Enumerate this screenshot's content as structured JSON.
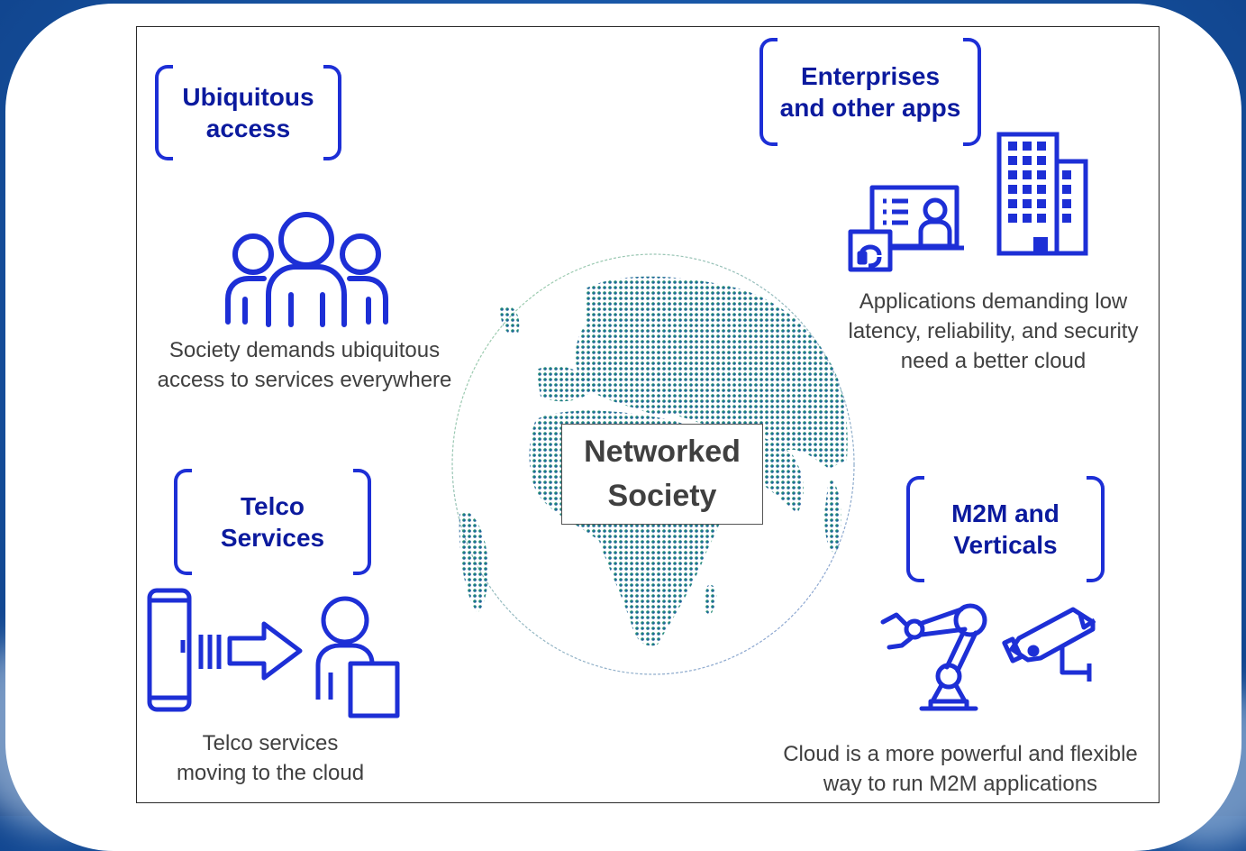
{
  "diagram": {
    "center_label": "Networked\nSociety",
    "quadrants": {
      "top_left": {
        "title": "Ubiquitous\naccess",
        "caption": "Society demands ubiquitous\naccess to services everywhere"
      },
      "top_right": {
        "title": "Enterprises\nand other apps",
        "caption": "Applications demanding low\nlatency, reliability, and security\nneed a better cloud"
      },
      "bottom_left": {
        "title": "Telco\nServices",
        "caption": "Telco services\nmoving to the cloud"
      },
      "bottom_right": {
        "title": "M2M and\nVerticals",
        "caption": "Cloud is a more powerful and flexible\nway to run M2M applications"
      }
    }
  },
  "colors": {
    "icon_blue": "#1d2fd6",
    "title_blue": "#0b1a9e",
    "caption_gray": "#404040",
    "globe_green": "#1f8a3a",
    "globe_blue": "#1a3aa8"
  },
  "icons": [
    "people-group-icon",
    "building-icon",
    "support-agent-icon",
    "phone-signal-icon",
    "user-box-icon",
    "robot-arm-icon",
    "security-camera-icon",
    "globe-icon"
  ]
}
